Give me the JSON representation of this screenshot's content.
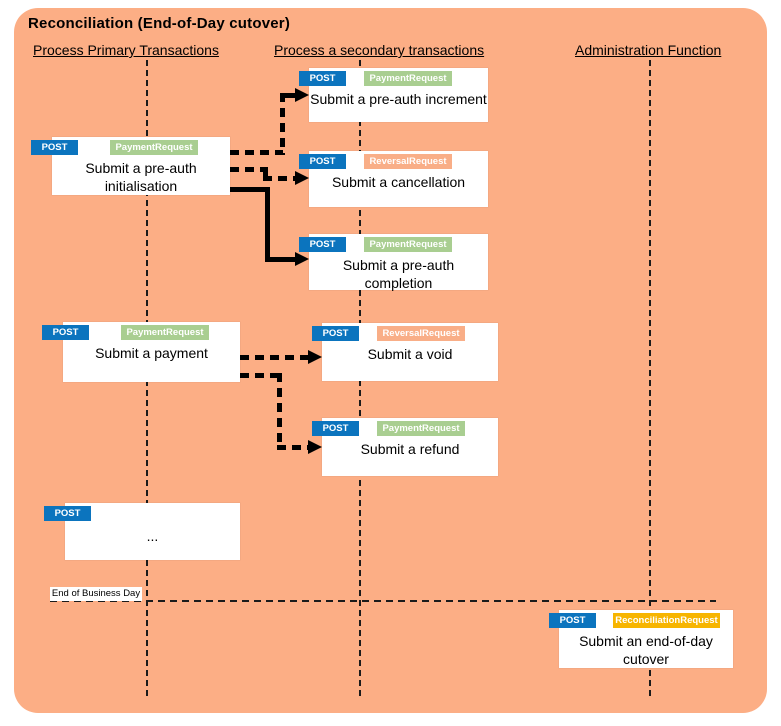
{
  "diagram": {
    "title": "Reconciliation (End-of-Day cutover)",
    "columns": [
      {
        "label": "Process Primary Transactions"
      },
      {
        "label": "Process a secondary transactions"
      },
      {
        "label": "Administration Function"
      }
    ],
    "boxes": [
      {
        "method": "POST",
        "request": "PaymentRequest",
        "label": "Submit a pre-auth initialisation"
      },
      {
        "method": "POST",
        "request": "PaymentRequest",
        "label": "Submit a pre-auth increment"
      },
      {
        "method": "POST",
        "request": "ReversalRequest",
        "label": "Submit a cancellation"
      },
      {
        "method": "POST",
        "request": "PaymentRequest",
        "label": "Submit a pre-auth completion"
      },
      {
        "method": "POST",
        "request": "PaymentRequest",
        "label": "Submit a payment"
      },
      {
        "method": "POST",
        "request": "ReversalRequest",
        "label": "Submit a void"
      },
      {
        "method": "POST",
        "request": "PaymentRequest",
        "label": "Submit a refund"
      },
      {
        "method": "POST",
        "request": "",
        "label": "..."
      },
      {
        "method": "POST",
        "request": "ReconciliationRequest",
        "label": "Submit an end-of-day cutover"
      }
    ],
    "separator_label": "End of Business Day",
    "colors": {
      "container_bg": "#FCAE85",
      "post_blue": "#0B74BE",
      "payment_green": "#A9CE91",
      "reversal_salmon": "#F9AE87",
      "reconciliation_gold": "#F7B500",
      "box_bg": "#FFFFFF",
      "text": "#000000"
    }
  }
}
